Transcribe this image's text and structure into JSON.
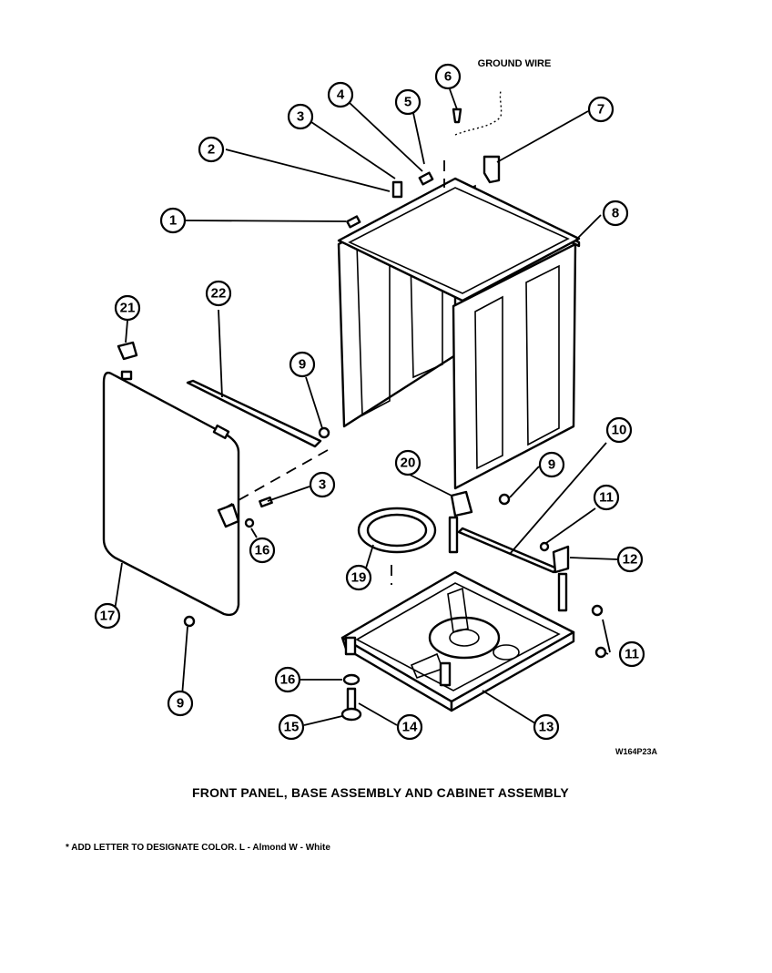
{
  "title": "FRONT PANEL, BASE ASSEMBLY AND CABINET ASSEMBLY",
  "footnote": "* ADD LETTER TO DESIGNATE COLOR.  L - Almond  W - White",
  "drawing_code": "W164P23A",
  "ground_wire_label": "GROUND WIRE",
  "callouts": [
    "1",
    "2",
    "3",
    "4",
    "5",
    "6",
    "7",
    "8",
    "9",
    "9",
    "9",
    "9",
    "10",
    "11",
    "11",
    "12",
    "13",
    "14",
    "15",
    "16",
    "16",
    "17",
    "19",
    "20",
    "21",
    "22",
    "3"
  ]
}
